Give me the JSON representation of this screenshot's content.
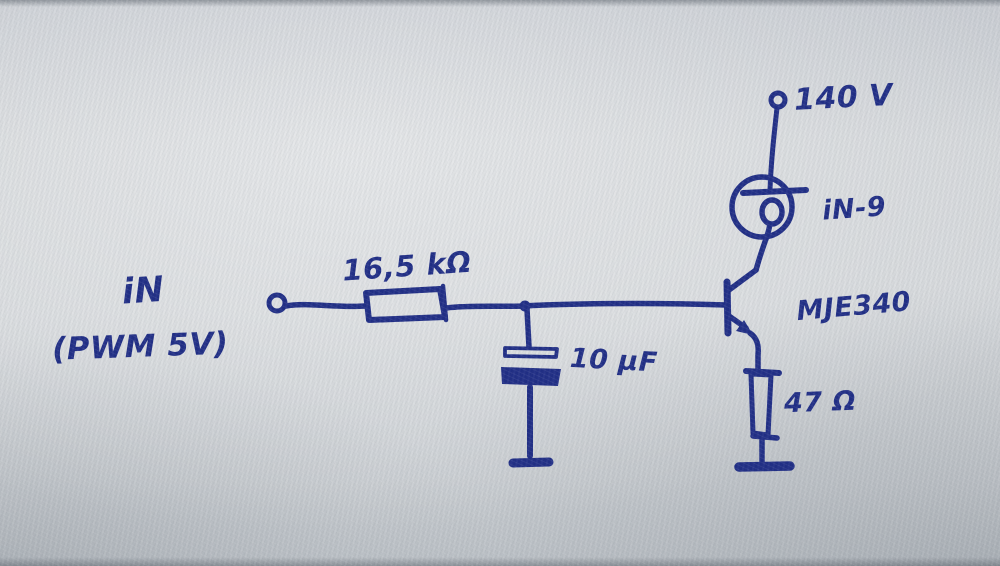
{
  "diagram": {
    "kind": "hand-drawn circuit schematic, blue pen on gray paper",
    "ink_color": "#1c2a84",
    "paper_color": "#d2d5d8",
    "labels": {
      "input_line1": "iN",
      "input_line2": "(PWM 5V)",
      "base_resistor": "16,5 kΩ",
      "filter_capacitor": "10 µF",
      "supply_voltage": "140 V",
      "tube": "iN-9",
      "transistor": "MJE340",
      "emitter_resistor": "47 Ω"
    },
    "components": [
      {
        "symbol": "input-terminal",
        "label": "iN (PWM 5V)"
      },
      {
        "symbol": "resistor",
        "value": "16,5 kΩ"
      },
      {
        "symbol": "capacitor-to-ground",
        "value": "10 µF"
      },
      {
        "symbol": "npn-transistor",
        "part": "MJE340"
      },
      {
        "symbol": "neon-indicator-tube",
        "part": "iN-9"
      },
      {
        "symbol": "emitter-resistor-to-ground",
        "value": "47 Ω"
      },
      {
        "symbol": "supply-terminal",
        "value": "140 V"
      }
    ]
  }
}
